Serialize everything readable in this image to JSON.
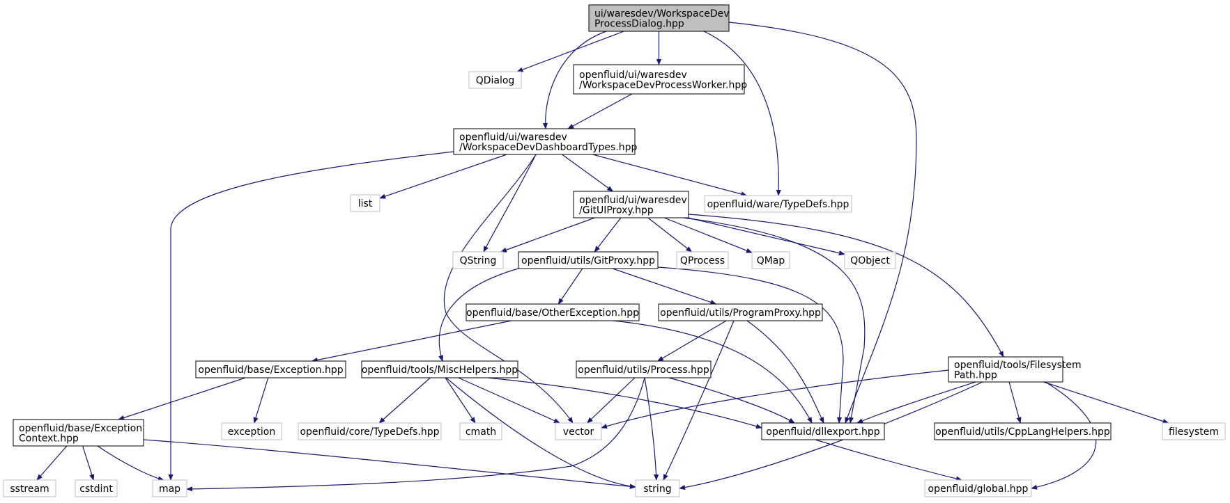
{
  "colors": {
    "edge": "#191970",
    "root_fill": "#bfbfbf",
    "root_border": "#000000",
    "documented_border": "#000000",
    "external_border": "#bfbfbf",
    "external_text": "#000000"
  },
  "graph": {
    "nodes": [
      {
        "id": "n_root",
        "kind": "root",
        "lines": [
          "ui/waresdev/WorkspaceDev",
          "ProcessDialog.hpp"
        ]
      },
      {
        "id": "n_qdialog",
        "kind": "external",
        "lines": [
          "QDialog"
        ]
      },
      {
        "id": "n_worker",
        "kind": "documented",
        "lines": [
          "openfluid/ui/waresdev",
          "/WorkspaceDevProcessWorker.hpp"
        ]
      },
      {
        "id": "n_dashboard",
        "kind": "documented",
        "lines": [
          "openfluid/ui/waresdev",
          "/WorkspaceDevDashboardTypes.hpp"
        ]
      },
      {
        "id": "n_list",
        "kind": "external",
        "lines": [
          "list"
        ]
      },
      {
        "id": "n_gitui",
        "kind": "documented",
        "lines": [
          "openfluid/ui/waresdev",
          "/GitUIProxy.hpp"
        ]
      },
      {
        "id": "n_waretypedefs",
        "kind": "external",
        "lines": [
          "openfluid/ware/TypeDefs.hpp"
        ]
      },
      {
        "id": "n_qstring",
        "kind": "external",
        "lines": [
          "QString"
        ]
      },
      {
        "id": "n_gitproxy",
        "kind": "documented",
        "lines": [
          "openfluid/utils/GitProxy.hpp"
        ]
      },
      {
        "id": "n_qprocess",
        "kind": "external",
        "lines": [
          "QProcess"
        ]
      },
      {
        "id": "n_qmap",
        "kind": "external",
        "lines": [
          "QMap"
        ]
      },
      {
        "id": "n_qobject",
        "kind": "external",
        "lines": [
          "QObject"
        ]
      },
      {
        "id": "n_otherexc",
        "kind": "documented",
        "lines": [
          "openfluid/base/OtherException.hpp"
        ]
      },
      {
        "id": "n_progproxy",
        "kind": "documented",
        "lines": [
          "openfluid/utils/ProgramProxy.hpp"
        ]
      },
      {
        "id": "n_exception",
        "kind": "documented",
        "lines": [
          "openfluid/base/Exception.hpp"
        ]
      },
      {
        "id": "n_mischelpers",
        "kind": "documented",
        "lines": [
          "openfluid/tools/MiscHelpers.hpp"
        ]
      },
      {
        "id": "n_process",
        "kind": "documented",
        "lines": [
          "openfluid/utils/Process.hpp"
        ]
      },
      {
        "id": "n_fspath",
        "kind": "documented",
        "lines": [
          "openfluid/tools/Filesystem",
          "Path.hpp"
        ]
      },
      {
        "id": "n_exccontext",
        "kind": "documented",
        "lines": [
          "openfluid/base/Exception",
          "Context.hpp"
        ]
      },
      {
        "id": "n_stdexception",
        "kind": "external",
        "lines": [
          "exception"
        ]
      },
      {
        "id": "n_coretypedefs",
        "kind": "external",
        "lines": [
          "openfluid/core/TypeDefs.hpp"
        ]
      },
      {
        "id": "n_cmath",
        "kind": "external",
        "lines": [
          "cmath"
        ]
      },
      {
        "id": "n_vector",
        "kind": "external",
        "lines": [
          "vector"
        ]
      },
      {
        "id": "n_dllexport",
        "kind": "documented",
        "lines": [
          "openfluid/dllexport.hpp"
        ]
      },
      {
        "id": "n_cpplang",
        "kind": "documented",
        "lines": [
          "openfluid/utils/CppLangHelpers.hpp"
        ]
      },
      {
        "id": "n_filesystem",
        "kind": "external",
        "lines": [
          "filesystem"
        ]
      },
      {
        "id": "n_sstream",
        "kind": "external",
        "lines": [
          "sstream"
        ]
      },
      {
        "id": "n_cstdint",
        "kind": "external",
        "lines": [
          "cstdint"
        ]
      },
      {
        "id": "n_map",
        "kind": "external",
        "lines": [
          "map"
        ]
      },
      {
        "id": "n_string",
        "kind": "external",
        "lines": [
          "string"
        ]
      },
      {
        "id": "n_global",
        "kind": "external",
        "lines": [
          "openfluid/global.hpp"
        ]
      }
    ],
    "edges": [
      {
        "from": "n_root",
        "to": "n_qdialog"
      },
      {
        "from": "n_root",
        "to": "n_worker"
      },
      {
        "from": "n_root",
        "to": "n_dashboard"
      },
      {
        "from": "n_root",
        "to": "n_waretypedefs"
      },
      {
        "from": "n_root",
        "to": "n_dllexport"
      },
      {
        "from": "n_worker",
        "to": "n_dashboard"
      },
      {
        "from": "n_dashboard",
        "to": "n_map"
      },
      {
        "from": "n_dashboard",
        "to": "n_list"
      },
      {
        "from": "n_dashboard",
        "to": "n_vector"
      },
      {
        "from": "n_dashboard",
        "to": "n_qstring"
      },
      {
        "from": "n_dashboard",
        "to": "n_gitui"
      },
      {
        "from": "n_dashboard",
        "to": "n_waretypedefs"
      },
      {
        "from": "n_gitui",
        "to": "n_qstring"
      },
      {
        "from": "n_gitui",
        "to": "n_gitproxy"
      },
      {
        "from": "n_gitui",
        "to": "n_qprocess"
      },
      {
        "from": "n_gitui",
        "to": "n_qmap"
      },
      {
        "from": "n_gitui",
        "to": "n_qobject"
      },
      {
        "from": "n_gitui",
        "to": "n_dllexport"
      },
      {
        "from": "n_gitui",
        "to": "n_fspath"
      },
      {
        "from": "n_gitproxy",
        "to": "n_otherexc"
      },
      {
        "from": "n_gitproxy",
        "to": "n_progproxy"
      },
      {
        "from": "n_gitproxy",
        "to": "n_mischelpers"
      },
      {
        "from": "n_gitproxy",
        "to": "n_dllexport"
      },
      {
        "from": "n_otherexc",
        "to": "n_exception"
      },
      {
        "from": "n_otherexc",
        "to": "n_dllexport"
      },
      {
        "from": "n_progproxy",
        "to": "n_process"
      },
      {
        "from": "n_progproxy",
        "to": "n_string"
      },
      {
        "from": "n_progproxy",
        "to": "n_dllexport"
      },
      {
        "from": "n_exception",
        "to": "n_exccontext"
      },
      {
        "from": "n_exception",
        "to": "n_stdexception"
      },
      {
        "from": "n_mischelpers",
        "to": "n_coretypedefs"
      },
      {
        "from": "n_mischelpers",
        "to": "n_cmath"
      },
      {
        "from": "n_mischelpers",
        "to": "n_vector"
      },
      {
        "from": "n_mischelpers",
        "to": "n_string"
      },
      {
        "from": "n_mischelpers",
        "to": "n_dllexport"
      },
      {
        "from": "n_process",
        "to": "n_vector"
      },
      {
        "from": "n_process",
        "to": "n_map"
      },
      {
        "from": "n_process",
        "to": "n_string"
      },
      {
        "from": "n_process",
        "to": "n_dllexport"
      },
      {
        "from": "n_fspath",
        "to": "n_vector"
      },
      {
        "from": "n_fspath",
        "to": "n_dllexport"
      },
      {
        "from": "n_fspath",
        "to": "n_string"
      },
      {
        "from": "n_fspath",
        "to": "n_cpplang"
      },
      {
        "from": "n_fspath",
        "to": "n_filesystem"
      },
      {
        "from": "n_fspath",
        "to": "n_global"
      },
      {
        "from": "n_exccontext",
        "to": "n_sstream"
      },
      {
        "from": "n_exccontext",
        "to": "n_cstdint"
      },
      {
        "from": "n_exccontext",
        "to": "n_map"
      },
      {
        "from": "n_exccontext",
        "to": "n_string"
      },
      {
        "from": "n_dllexport",
        "to": "n_global"
      }
    ]
  }
}
